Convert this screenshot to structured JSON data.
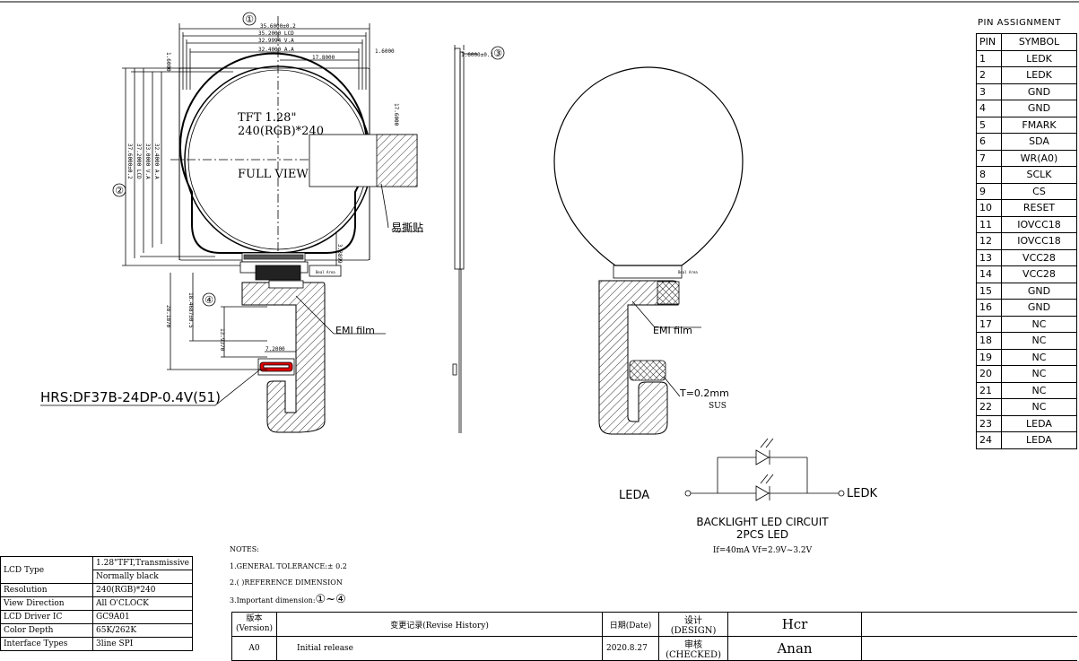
{
  "drawing": {
    "callouts": [
      "①",
      "②",
      "③",
      "④"
    ],
    "dimensions": {
      "d1": "35.6000±0.2",
      "d2": "35.2000 LCD",
      "d3": "32.9994 V.A",
      "d4": "32.4000 A.A",
      "d5": "17.8000",
      "d6": "1.6000",
      "d7": "1.6000",
      "v1": "37.6000±0.2",
      "v2": "37.2000 LCD",
      "v3": "33.0000 V.A",
      "v4": "32.4000 A.A",
      "v5": "17.6000",
      "v6": "3.3899",
      "v7": "28.1870",
      "v8": "18.4687±0.5",
      "v9": "13.9370",
      "h1": "7.2000",
      "thickness": "1.6000±0.1"
    },
    "lcd_title": "TFT 1.28\"",
    "lcd_resolution": "240(RGB)*240",
    "full_view": "FULL VIEW",
    "easy_tear": "易撕贴",
    "emi_left": "EMI film",
    "emi_right": "EMI film",
    "connector": "HRS:DF37B-24DP-0.4V(51)",
    "thickness_note": "T=0.2mm",
    "sus": "SUS",
    "fpc_label": "Beal Area"
  },
  "backlight": {
    "left_label": "LEDA",
    "right_label": "LEDK",
    "title": "BACKLIGHT LED CIRCUIT",
    "subtitle": "2PCS LED",
    "spec": "If=40mA  Vf=2.9V~3.2V"
  },
  "pin_table": {
    "title": "PIN ASSIGNMENT",
    "headers": [
      "PIN",
      "SYMBOL"
    ],
    "rows": [
      [
        "1",
        "LEDK"
      ],
      [
        "2",
        "LEDK"
      ],
      [
        "3",
        "GND"
      ],
      [
        "4",
        "GND"
      ],
      [
        "5",
        "FMARK"
      ],
      [
        "6",
        "SDA"
      ],
      [
        "7",
        "WR(A0)"
      ],
      [
        "8",
        "SCLK"
      ],
      [
        "9",
        "CS"
      ],
      [
        "10",
        "RESET"
      ],
      [
        "11",
        "IOVCC18"
      ],
      [
        "12",
        "IOVCC18"
      ],
      [
        "13",
        "VCC28"
      ],
      [
        "14",
        "VCC28"
      ],
      [
        "15",
        "GND"
      ],
      [
        "16",
        "GND"
      ],
      [
        "17",
        "NC"
      ],
      [
        "18",
        "NC"
      ],
      [
        "19",
        "NC"
      ],
      [
        "20",
        "NC"
      ],
      [
        "21",
        "NC"
      ],
      [
        "22",
        "NC"
      ],
      [
        "23",
        "LEDA"
      ],
      [
        "24",
        "LEDA"
      ]
    ]
  },
  "spec_table": {
    "lcd_type_label": "LCD Type",
    "lcd_type_value1": "1.28\"TFT,Transmissive",
    "lcd_type_value2": "Normally black",
    "rows": [
      [
        "Resolution",
        "240(RGB)*240"
      ],
      [
        "View Direction",
        "All O'CLOCK"
      ],
      [
        "LCD Driver IC",
        "GC9A01"
      ],
      [
        "Color Depth",
        "65K/262K"
      ],
      [
        "Interface Types",
        "3line SPI"
      ]
    ]
  },
  "notes": {
    "title": "NOTES:",
    "line1": "1.GENERAL TOLERANCE:± 0.2",
    "line2": "2.( )REFERENCE DIMENSION",
    "line3": "3.Important dimension:",
    "line3_marks": "①~④"
  },
  "revision": {
    "version_header": "版本(Version)",
    "history_header": "变更记录(Revise History)",
    "date_header": "日期(Date)",
    "design_header": "设计(DESIGN)",
    "design_value": "Hcr",
    "version": "A0",
    "history": "Initial release",
    "date": "2020.8.27",
    "checked_header": "审核(CHECKED)",
    "checked_value": "Anan"
  }
}
